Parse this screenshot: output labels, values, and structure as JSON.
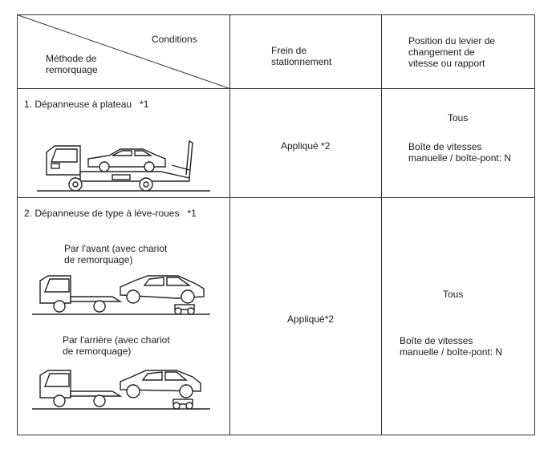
{
  "header": {
    "conditions": "Conditions",
    "method_line1": "Méthode de",
    "method_line2": "remorquage",
    "parking_brake_line1": "Frein de",
    "parking_brake_line2": "stationnement",
    "lever_line1": "Position du levier de",
    "lever_line2": "changement de",
    "lever_line3": "vitesse ou rapport"
  },
  "rows": [
    {
      "method": "1. Dépanneuse à plateau",
      "method_note": "*1",
      "parking_brake": "Appliqué *2",
      "lever_all": "Tous",
      "lever_manual_line1": "Boîte de vitesses",
      "lever_manual_line2": "manuelle / boîte-pont: N",
      "truck_icon": "flatbed-tow-truck-icon"
    },
    {
      "method": "2. Dépanneuse de type à lève-roues",
      "method_note": "*1",
      "front_line1": "Par l'avant (avec chariot",
      "front_line2": "de remorquage)",
      "rear_line1": "Par l'arrière (avec chariot",
      "rear_line2": "de remorquage)",
      "parking_brake": "Appliqué*2",
      "lever_all": "Tous",
      "lever_manual_line1": "Boîte de vitesses",
      "lever_manual_line2": "manuelle / boîte-pont: N",
      "front_icon": "wheel-lift-front-tow-icon",
      "rear_icon": "wheel-lift-rear-tow-icon"
    }
  ]
}
